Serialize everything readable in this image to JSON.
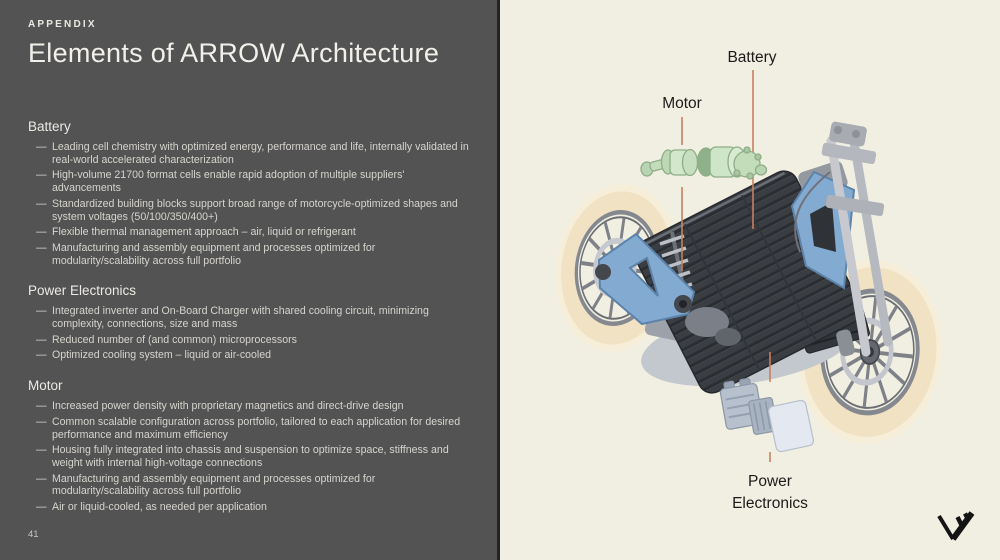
{
  "slide": {
    "eyebrow": "APPENDIX",
    "title": "Elements of ARROW Architecture",
    "page_number": "41"
  },
  "left": {
    "bullet_char": "—",
    "sections": [
      {
        "heading": "Battery",
        "items": [
          "Leading cell chemistry with optimized energy, performance and life, internally validated in real-world accelerated characterization",
          "High-volume 21700 format cells enable rapid adoption of multiple suppliers' advancements",
          "Standardized building blocks support broad range of motorcycle-optimized shapes and system voltages (50/100/350/400+)",
          "Flexible thermal management approach – air, liquid or refrigerant",
          "Manufacturing and assembly equipment and processes optimized for modularity/scalability across full portfolio"
        ]
      },
      {
        "heading": "Power Electronics",
        "items": [
          "Integrated inverter and On-Board Charger with shared cooling circuit, minimizing complexity, connections, size and mass",
          "Reduced number of (and common) microprocessors",
          "Optimized cooling system – liquid or air-cooled"
        ]
      },
      {
        "heading": "Motor",
        "items": [
          "Increased power density with proprietary magnetics and direct-drive design",
          "Common scalable configuration across portfolio, tailored to each application for desired performance and maximum efficiency",
          "Housing fully integrated into chassis and suspension to optimize space, stiffness and weight with internal high-voltage connections",
          "Manufacturing and assembly equipment and processes optimized for modularity/scalability across full portfolio",
          "Air or liquid-cooled, as needed per application"
        ]
      }
    ]
  },
  "diagram": {
    "labels": {
      "battery": "Battery",
      "motor": "Motor",
      "power_electronics_line1": "Power",
      "power_electronics_line2": "Electronics"
    },
    "logo": "livewire-mark",
    "colors": {
      "left_panel_bg": "#535353",
      "right_panel_bg": "#f1efe2",
      "leader_line": "#c8805f",
      "frame_blue": "#83aad0",
      "motor_green": "#cfe5c8",
      "battery_gray": "#3a3d42",
      "tire_cream": "#f1e2c3",
      "label_text": "#1b1b1b",
      "logo": "#141414"
    }
  }
}
